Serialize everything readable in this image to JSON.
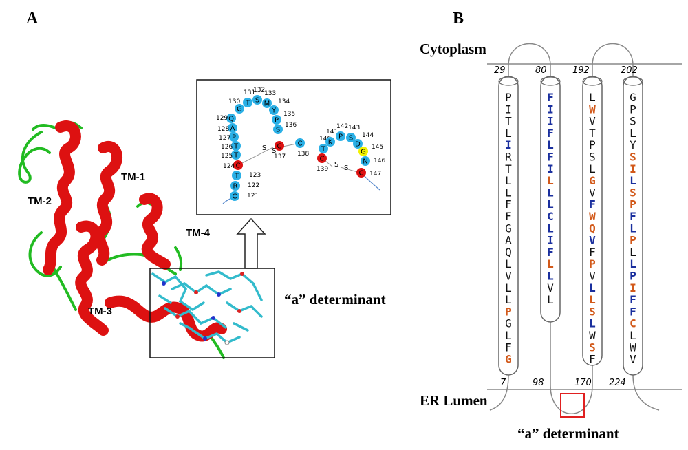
{
  "panel_a": {
    "letter": "A",
    "tm_labels": [
      "TM-1",
      "TM-2",
      "TM-3",
      "TM-4"
    ],
    "a_determinant_label": "“a” determinant",
    "ribbon_color": "#dd1111",
    "loop_color": "#22bb22",
    "stick_color": "#33bbcc",
    "inset": {
      "beads": [
        {
          "aa": "C",
          "num": "121",
          "color": "cyan"
        },
        {
          "aa": "R",
          "num": "122",
          "color": "cyan"
        },
        {
          "aa": "T",
          "num": "123",
          "color": "cyan"
        },
        {
          "aa": "C",
          "num": "124",
          "color": "red"
        },
        {
          "aa": "T",
          "num": "125",
          "color": "cyan"
        },
        {
          "aa": "T",
          "num": "126",
          "color": "cyan"
        },
        {
          "aa": "P",
          "num": "127",
          "color": "cyan"
        },
        {
          "aa": "A",
          "num": "128",
          "color": "cyan"
        },
        {
          "aa": "Q",
          "num": "129",
          "color": "cyan"
        },
        {
          "aa": "G",
          "num": "130",
          "color": "cyan"
        },
        {
          "aa": "T",
          "num": "131",
          "color": "cyan"
        },
        {
          "aa": "S",
          "num": "132",
          "color": "cyan"
        },
        {
          "aa": "M",
          "num": "133",
          "color": "cyan"
        },
        {
          "aa": "Y",
          "num": "134",
          "color": "cyan"
        },
        {
          "aa": "P",
          "num": "135",
          "color": "cyan"
        },
        {
          "aa": "S",
          "num": "136",
          "color": "cyan"
        },
        {
          "aa": "C",
          "num": "137",
          "color": "red"
        },
        {
          "aa": "C",
          "num": "138",
          "color": "cyan"
        },
        {
          "aa": "C",
          "num": "139",
          "color": "red"
        },
        {
          "aa": "T",
          "num": "140",
          "color": "cyan"
        },
        {
          "aa": "K",
          "num": "141",
          "color": "cyan"
        },
        {
          "aa": "P",
          "num": "142",
          "color": "cyan"
        },
        {
          "aa": "S",
          "num": "143",
          "color": "cyan"
        },
        {
          "aa": "D",
          "num": "144",
          "color": "cyan"
        },
        {
          "aa": "G",
          "num": "145",
          "color": "yellow"
        },
        {
          "aa": "N",
          "num": "146",
          "color": "cyan"
        },
        {
          "aa": "C",
          "num": "147",
          "color": "red"
        }
      ],
      "disulfide_labels": [
        "S",
        "S",
        "S",
        "S"
      ]
    }
  },
  "panel_b": {
    "letter": "B",
    "cytoplasm_label": "Cytoplasm",
    "er_lumen_label": "ER Lumen",
    "a_determinant_label": "“a” determinant",
    "color_black": "#111111",
    "color_blue": "#1a2f9e",
    "color_orange": "#d2591a",
    "helices": [
      {
        "top_num": "29",
        "bottom_num": "7",
        "residues": [
          {
            "aa": "P",
            "c": "k"
          },
          {
            "aa": "I",
            "c": "k"
          },
          {
            "aa": "T",
            "c": "k"
          },
          {
            "aa": "L",
            "c": "k"
          },
          {
            "aa": "I",
            "c": "b"
          },
          {
            "aa": "R",
            "c": "k"
          },
          {
            "aa": "T",
            "c": "k"
          },
          {
            "aa": "L",
            "c": "k"
          },
          {
            "aa": "L",
            "c": "k"
          },
          {
            "aa": "F",
            "c": "k"
          },
          {
            "aa": "F",
            "c": "k"
          },
          {
            "aa": "G",
            "c": "k"
          },
          {
            "aa": "A",
            "c": "k"
          },
          {
            "aa": "Q",
            "c": "k"
          },
          {
            "aa": "L",
            "c": "k"
          },
          {
            "aa": "V",
            "c": "k"
          },
          {
            "aa": "L",
            "c": "k"
          },
          {
            "aa": "L",
            "c": "k"
          },
          {
            "aa": "P",
            "c": "o"
          },
          {
            "aa": "G",
            "c": "k"
          },
          {
            "aa": "L",
            "c": "k"
          },
          {
            "aa": "F",
            "c": "k"
          },
          {
            "aa": "G",
            "c": "o"
          }
        ]
      },
      {
        "top_num": "80",
        "bottom_num": "98",
        "residues": [
          {
            "aa": "F",
            "c": "b"
          },
          {
            "aa": "I",
            "c": "b"
          },
          {
            "aa": "I",
            "c": "b"
          },
          {
            "aa": "F",
            "c": "b"
          },
          {
            "aa": "L",
            "c": "b"
          },
          {
            "aa": "F",
            "c": "b"
          },
          {
            "aa": "I",
            "c": "b"
          },
          {
            "aa": "L",
            "c": "o"
          },
          {
            "aa": "L",
            "c": "b"
          },
          {
            "aa": "L",
            "c": "b"
          },
          {
            "aa": "C",
            "c": "b"
          },
          {
            "aa": "L",
            "c": "b"
          },
          {
            "aa": "I",
            "c": "b"
          },
          {
            "aa": "F",
            "c": "b"
          },
          {
            "aa": "L",
            "c": "o"
          },
          {
            "aa": "L",
            "c": "b"
          },
          {
            "aa": "V",
            "c": "k"
          },
          {
            "aa": "L",
            "c": "k"
          }
        ]
      },
      {
        "top_num": "192",
        "bottom_num": "170",
        "residues": [
          {
            "aa": "L",
            "c": "k"
          },
          {
            "aa": "W",
            "c": "o"
          },
          {
            "aa": "V",
            "c": "k"
          },
          {
            "aa": "T",
            "c": "k"
          },
          {
            "aa": "P",
            "c": "k"
          },
          {
            "aa": "S",
            "c": "k"
          },
          {
            "aa": "L",
            "c": "k"
          },
          {
            "aa": "G",
            "c": "o"
          },
          {
            "aa": "V",
            "c": "k"
          },
          {
            "aa": "F",
            "c": "b"
          },
          {
            "aa": "W",
            "c": "o"
          },
          {
            "aa": "Q",
            "c": "o"
          },
          {
            "aa": "V",
            "c": "b"
          },
          {
            "aa": "F",
            "c": "k"
          },
          {
            "aa": "P",
            "c": "o"
          },
          {
            "aa": "V",
            "c": "k"
          },
          {
            "aa": "L",
            "c": "b"
          },
          {
            "aa": "L",
            "c": "o"
          },
          {
            "aa": "S",
            "c": "o"
          },
          {
            "aa": "L",
            "c": "b"
          },
          {
            "aa": "W",
            "c": "k"
          },
          {
            "aa": "S",
            "c": "o"
          },
          {
            "aa": "F",
            "c": "k"
          }
        ]
      },
      {
        "top_num": "202",
        "bottom_num": "224",
        "residues": [
          {
            "aa": "G",
            "c": "k"
          },
          {
            "aa": "P",
            "c": "k"
          },
          {
            "aa": "S",
            "c": "k"
          },
          {
            "aa": "L",
            "c": "k"
          },
          {
            "aa": "Y",
            "c": "k"
          },
          {
            "aa": "S",
            "c": "o"
          },
          {
            "aa": "I",
            "c": "o"
          },
          {
            "aa": "L",
            "c": "b"
          },
          {
            "aa": "S",
            "c": "o"
          },
          {
            "aa": "P",
            "c": "o"
          },
          {
            "aa": "F",
            "c": "b"
          },
          {
            "aa": "L",
            "c": "b"
          },
          {
            "aa": "P",
            "c": "o"
          },
          {
            "aa": "L",
            "c": "k"
          },
          {
            "aa": "L",
            "c": "b"
          },
          {
            "aa": "P",
            "c": "b"
          },
          {
            "aa": "I",
            "c": "o"
          },
          {
            "aa": "F",
            "c": "b"
          },
          {
            "aa": "F",
            "c": "b"
          },
          {
            "aa": "C",
            "c": "o"
          },
          {
            "aa": "L",
            "c": "k"
          },
          {
            "aa": "W",
            "c": "k"
          },
          {
            "aa": "V",
            "c": "k"
          }
        ]
      }
    ]
  }
}
